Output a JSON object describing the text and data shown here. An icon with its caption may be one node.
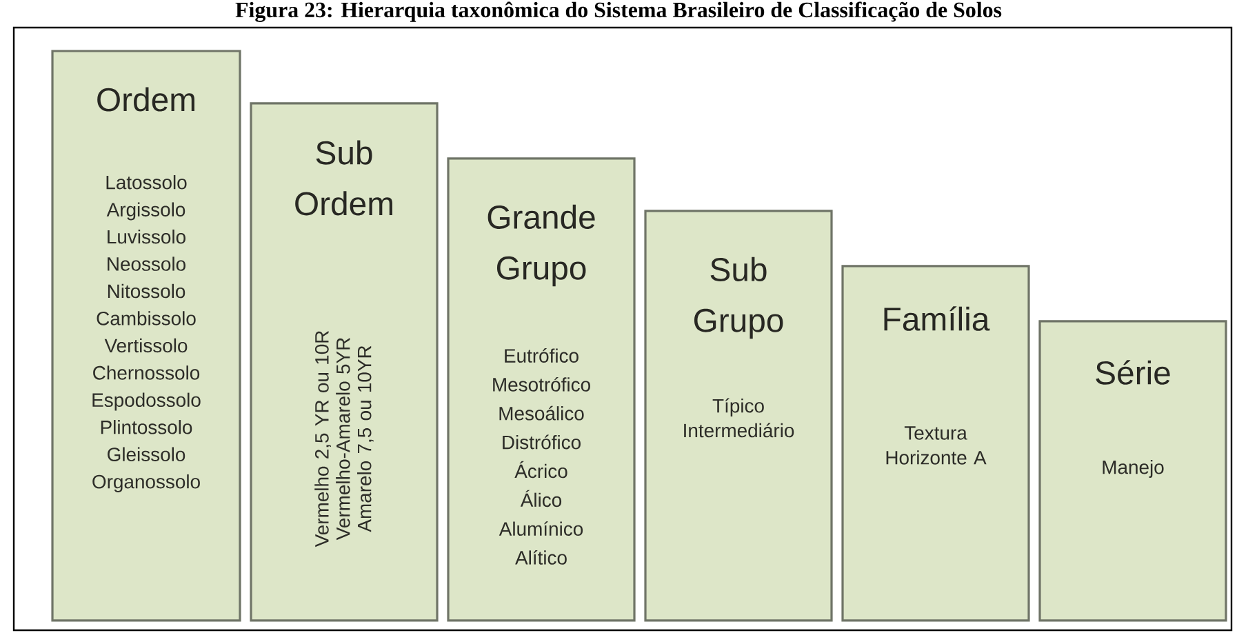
{
  "diagram": {
    "title": "Figura 23: Hierarquia taxonômica do Sistema Brasileiro de Classificação de Solos",
    "nodes": [
      {
        "text": [
          "Ordem",
          "Latossolo Argissolo Luvissolo Neossolo Nitossolo Cambissolo Vertissolo Chernossolo Espodossolo Plintossolo Gleissolo Organossolo"
        ]
      },
      {
        "text": [
          "Sub Ordem",
          "Vermelho 2,5 YR ou 10R Vermelho-Amarelo 5YR Amarelo 7,5 ou 10YR"
        ]
      },
      {
        "text": [
          "Grande Grupo",
          "Eutrófico Mesotrófico Mesoálico Distrófico Ácrico Álico Alumínico Alítico"
        ]
      },
      {
        "text": [
          "Sub Grupo",
          "Típico Intermediário"
        ]
      },
      {
        "text": [
          "Família",
          "Textura Horizonte A"
        ]
      },
      {
        "text": [
          "Série",
          "Manejo"
        ]
      }
    ]
  }
}
